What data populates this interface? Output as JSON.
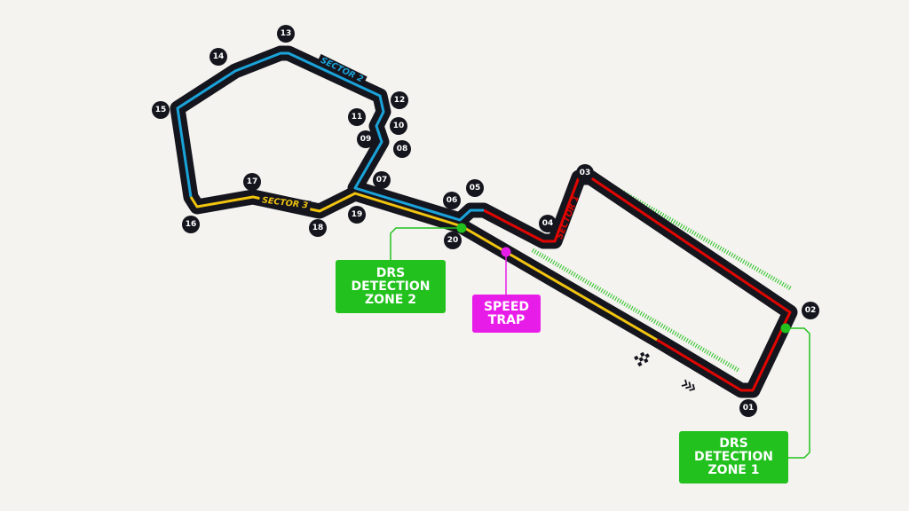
{
  "colors": {
    "background": "#f5f3ef",
    "track": "#15151e",
    "sector1": "#e10600",
    "sector2": "#1aa3d9",
    "sector3": "#f1c40f",
    "drs": "#22c11e",
    "speed_trap": "#e81ce8"
  },
  "sectors": {
    "s1": "SECTOR 1",
    "s2": "SECTOR 2",
    "s3": "SECTOR 3"
  },
  "corners": [
    "01",
    "02",
    "03",
    "04",
    "05",
    "06",
    "07",
    "08",
    "09",
    "10",
    "11",
    "12",
    "13",
    "14",
    "15",
    "16",
    "17",
    "18",
    "19",
    "20"
  ],
  "labels": {
    "drs_zone_1": "DRS\nDETECTION\nZONE 1",
    "drs_zone_2": "DRS\nDETECTION\nZONE 2",
    "speed_trap": "SPEED\nTRAP"
  },
  "icons": {
    "start_finish": "checkered-flag-icon",
    "direction": "chevrons-right-icon"
  }
}
